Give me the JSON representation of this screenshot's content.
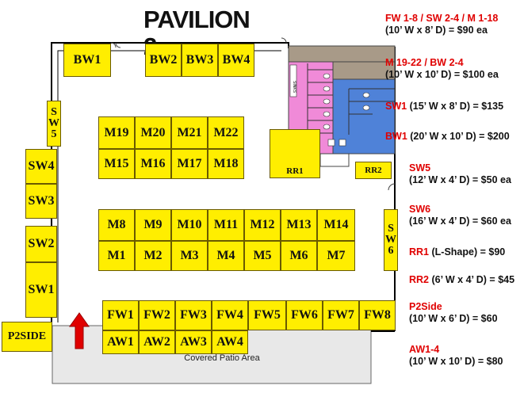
{
  "title": "PAVILION 2",
  "booths": {
    "bw1": "BW1",
    "bw2": "BW2",
    "bw3": "BW3",
    "bw4": "BW4",
    "sw5": "SW5",
    "sw4": "SW4",
    "sw3": "SW3",
    "sw2": "SW2",
    "sw1": "SW1",
    "sw6": "SW6",
    "m19": "M19",
    "m20": "M20",
    "m21": "M21",
    "m22": "M22",
    "m15": "M15",
    "m16": "M16",
    "m17": "M17",
    "m18": "M18",
    "m8": "M8",
    "m9": "M9",
    "m10": "M10",
    "m11": "M11",
    "m12": "M12",
    "m13": "M13",
    "m14": "M14",
    "m1": "M1",
    "m2": "M2",
    "m3": "M3",
    "m4": "M4",
    "m5": "M5",
    "m6": "M6",
    "m7": "M7",
    "fw1": "FW1",
    "fw2": "FW2",
    "fw3": "FW3",
    "fw4": "FW4",
    "fw5": "FW5",
    "fw6": "FW6",
    "fw7": "FW7",
    "fw8": "FW8",
    "aw1": "AW1",
    "aw2": "AW2",
    "aw3": "AW3",
    "aw4": "AW4",
    "rr1": "RR1",
    "rr2": "RR2",
    "p2side": "P2SIDE"
  },
  "restroom_sign": "SINKS",
  "patio_label": "Covered Patio Area",
  "legend": [
    {
      "name": "FW 1-8 / SW 2-4 / M 1-18",
      "detail": "(10’ W x 8’ D) = $90 ea"
    },
    {
      "name": "M 19-22 / BW 2-4",
      "detail": "(10’ W x 10’ D) = $100 ea"
    },
    {
      "name": "SW1",
      "detail": "(15’ W x 8’ D) = $135"
    },
    {
      "name": "BW1",
      "detail": "(20’ W x 10’ D) = $200"
    },
    {
      "name": "SW5",
      "detail": "(12’ W x 4’ D) = $50 ea"
    },
    {
      "name": "SW6",
      "detail": "(16’ W x 4’ D) = $60 ea"
    },
    {
      "name": "RR1",
      "detail": "(L-Shape) = $90"
    },
    {
      "name": "RR2",
      "detail": "(6’ W x 4’ D) = $45"
    },
    {
      "name": "P2Side",
      "detail": "(10’ W x 6’ D) =  $60"
    },
    {
      "name": "AW1-4",
      "detail": "(10’ W x 10’ D) =  $80"
    }
  ],
  "colors": {
    "booth": "#ffee00",
    "legend_name": "#e00000",
    "restroom_pink": "#f08ad8",
    "restroom_blue": "#4f82d8",
    "utility_tan": "#a89a88",
    "patio": "#e8e8e8",
    "entrance_arrow": "#e00000"
  }
}
